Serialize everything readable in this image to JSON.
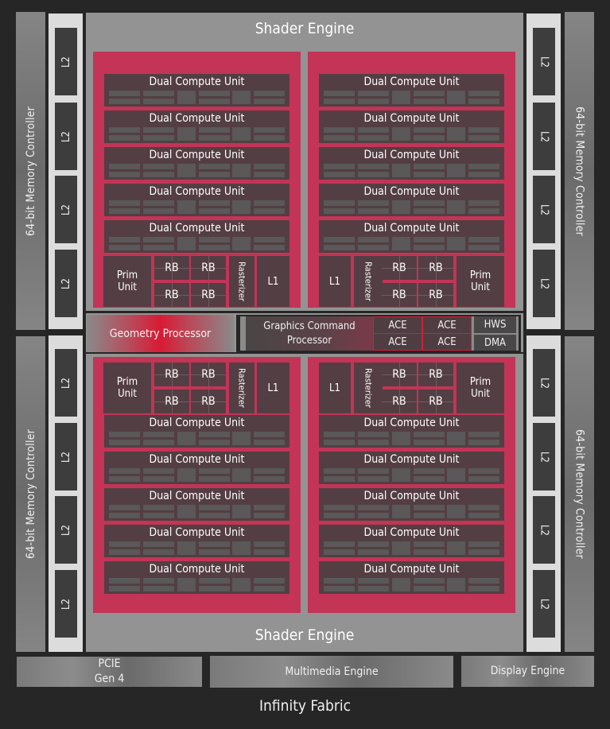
{
  "memory_controllers": {
    "left_top": "64-bit Memory Controller",
    "left_bottom": "64-bit Memory Controller",
    "right_top": "64-bit Memory Controller",
    "right_bottom": "64-bit Memory Controller"
  },
  "l2_label": "L2",
  "shader_engines": {
    "top_title": "Shader Engine",
    "bottom_title": "Shader Engine"
  },
  "dcu_label": "Dual Compute Unit",
  "front_end": {
    "prim_unit": "Prim Unit",
    "rb": "RB",
    "rasterizer": "Rasterizer",
    "l1": "L1"
  },
  "command": {
    "geometry_processor": "Geometry Processor",
    "graphics_command_processor": "Graphics Command Processor",
    "ace": "ACE",
    "hws": "HWS",
    "dma": "DMA"
  },
  "io": {
    "pcie": "PCIE Gen 4",
    "multimedia": "Multimedia Engine",
    "display": "Display Engine"
  },
  "fabric": "Infinity Fabric",
  "colors": {
    "background": "#262626",
    "shader_array": "#c33457",
    "unit": "#533e43",
    "accent_red": "#d91a35"
  }
}
